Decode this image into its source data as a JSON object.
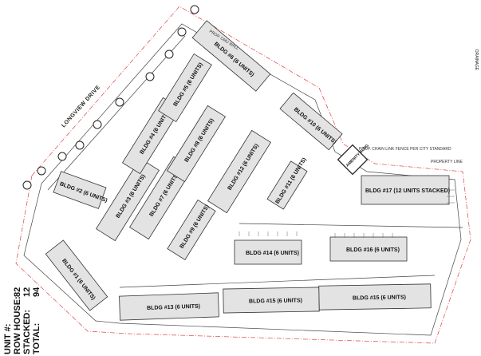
{
  "site_plan": {
    "street_name": "LONGVIEW DRIVE",
    "easement_label": "PROP. CMU WALL",
    "amenity_label": "AMENITY BLDG",
    "buildings": [
      {
        "id": "bldg-1",
        "label": "BLDG #1 (6 UNITS)"
      },
      {
        "id": "bldg-2",
        "label": "BLDG #2 (6 UNITS)"
      },
      {
        "id": "bldg-3",
        "label": "BLDG #3 (6 UNITS)"
      },
      {
        "id": "bldg-4",
        "label": "BLDG #4 (6 UNITS)"
      },
      {
        "id": "bldg-5",
        "label": "BLDG #5 (6 UNITS)"
      },
      {
        "id": "bldg-6",
        "label": "BLDG #6 (6 UNITS)"
      },
      {
        "id": "bldg-7",
        "label": "BLDG #7 (6 UNITS)"
      },
      {
        "id": "bldg-8",
        "label": "BLDG #8 (6 UNITS)"
      },
      {
        "id": "bldg-9",
        "label": "BLDG #9 (6 UNITS)"
      },
      {
        "id": "bldg-10",
        "label": "BLDG #10 (6 UNITS)"
      },
      {
        "id": "bldg-11",
        "label": "BLDG #11 (6 UNITS)"
      },
      {
        "id": "bldg-12",
        "label": "BLDG #12 (6 UNITS)"
      },
      {
        "id": "bldg-13",
        "label": "BLDG #13 (6 UNITS)"
      },
      {
        "id": "bldg-14",
        "label": "BLDG #14 (6 UNITS)"
      },
      {
        "id": "bldg-15",
        "label": "BLDG #15 (6 UNITS)"
      },
      {
        "id": "bldg-16",
        "label": "BLDG #16 (6 UNITS)"
      },
      {
        "id": "bldg-17",
        "label": "BLDG #17 (12 UNITS STACKED)"
      }
    ]
  },
  "summary": {
    "unit_count": "UNIT #:",
    "row_house": "ROW HOUSE:",
    "row_house_value": "82",
    "stacked": "STACKED:",
    "stacked_value": "12",
    "total": "TOTAL:",
    "total_value": "94"
  },
  "notes": {
    "property_line": "PROPERTY LINE",
    "chain_link": "PROP. CHAIN LINK FENCE PER CITY STANDARD",
    "drainage": "DRAINAGE"
  }
}
